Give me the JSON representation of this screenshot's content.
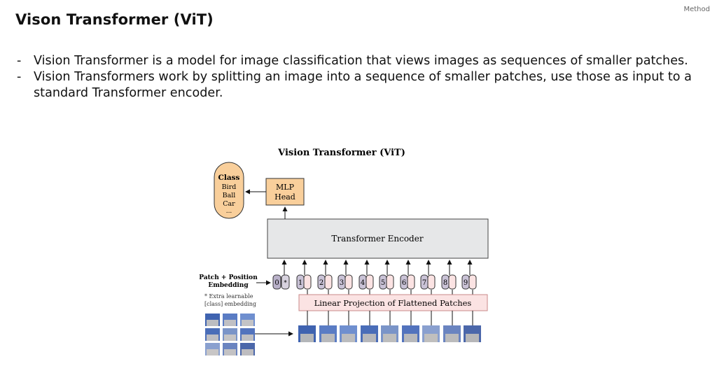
{
  "slide": {
    "section": "Method",
    "title": "Vison Transformer (ViT)",
    "bullets": [
      "Vision Transformer is a model for image classification that views images as sequences of smaller patches.",
      "Vision Transformers work by splitting an image into a sequence of smaller patches, use those as input to a standard Transformer encoder."
    ],
    "bullet_marker": "-"
  },
  "diagram": {
    "title": "Vision Transformer (ViT)",
    "class_box": {
      "title": "Class",
      "items": [
        "Bird",
        "Ball",
        "Car",
        "..."
      ]
    },
    "mlp_head": [
      "MLP",
      "Head"
    ],
    "encoder_label": "Transformer Encoder",
    "linear_projection_label": "Linear Projection of Flattened Patches",
    "embedding_label": [
      "Patch + Position",
      "Embedding"
    ],
    "footnote": [
      "* Extra learnable",
      "[class] embedding"
    ],
    "token_numbers": [
      "0",
      "1",
      "2",
      "3",
      "4",
      "5",
      "6",
      "7",
      "8",
      "9"
    ],
    "class_token_marker": "*",
    "colors": {
      "mlp_fill": "#f9cf9b",
      "mlp_stroke": "#c98a3e",
      "encoder_fill": "#e6e7e8",
      "projection_fill": "#fbe3e3",
      "projection_stroke": "#c98a8a",
      "position_fill": "#c9c2d6",
      "class_token_fill": "#b9b1c9"
    }
  }
}
